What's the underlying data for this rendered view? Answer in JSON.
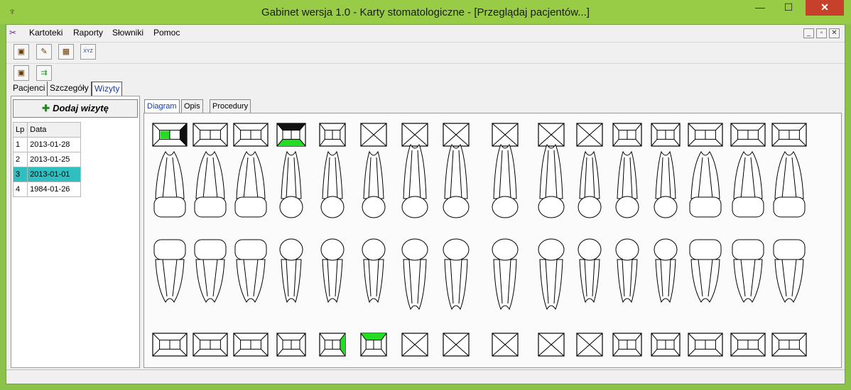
{
  "window": {
    "title": "Gabinet wersja 1.0 - Karty stomatologiczne - [Przeglądaj pacjentów...]",
    "app_icon": "tooth-icon",
    "caption_buttons": {
      "minimize": "—",
      "maximize": "☐",
      "close": "✕"
    }
  },
  "menu": {
    "items": [
      "Kartoteki",
      "Raporty",
      "Słowniki",
      "Pomoc"
    ],
    "mdi_buttons": [
      "_",
      "▫",
      "✕"
    ]
  },
  "toolbar1": {
    "buttons": [
      {
        "icon": "document-x-icon",
        "glyph": "▣"
      },
      {
        "icon": "pencil-icon",
        "glyph": "✎"
      },
      {
        "icon": "grid-icon",
        "glyph": "▦"
      },
      {
        "icon": "xyz-icon",
        "glyph": "XYZ"
      }
    ]
  },
  "toolbar2": {
    "buttons": [
      {
        "icon": "document-x-icon",
        "glyph": "▣"
      },
      {
        "icon": "add-row-icon",
        "glyph": "⇉"
      }
    ]
  },
  "left_tabs": {
    "items": [
      "Pacjenci",
      "Szczegóły",
      "Wizyty"
    ],
    "active": 2
  },
  "visits": {
    "add_button": "Dodaj wizytę",
    "add_icon": "plus-green-icon",
    "columns": [
      "Lp",
      "Data"
    ],
    "rows": [
      [
        "1",
        "2013-01-28"
      ],
      [
        "2",
        "2013-01-25"
      ],
      [
        "3",
        "2013-01-01"
      ],
      [
        "4",
        "1984-01-26"
      ]
    ],
    "selected": 2
  },
  "right_tabs": {
    "items": [
      "Diagram",
      "Opis",
      "Procedury"
    ],
    "active": 0
  },
  "diagram": {
    "upper_boxes": [
      "green-left-dark-right",
      "plain",
      "plain",
      "black-top-green-bottom",
      "plain",
      "cross",
      "cross",
      "cross",
      "cross",
      "cross",
      "cross",
      "plain",
      "plain",
      "plain",
      "plain",
      "plain"
    ],
    "lower_boxes": [
      "plain",
      "plain",
      "plain",
      "plain",
      "green-right",
      "green-top",
      "cross",
      "cross",
      "cross",
      "cross",
      "cross",
      "plain",
      "plain",
      "plain",
      "plain",
      "plain"
    ],
    "highlight_color": "#22dd22",
    "dark_color": "#111111"
  }
}
